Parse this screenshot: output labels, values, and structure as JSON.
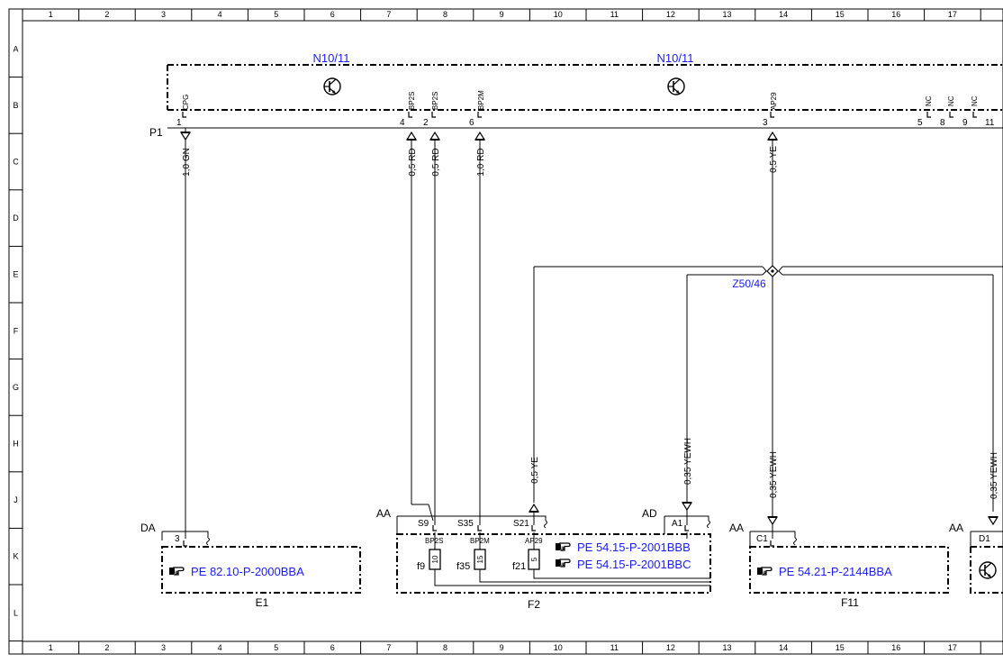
{
  "columns": [
    "1",
    "2",
    "3",
    "4",
    "5",
    "6",
    "7",
    "8",
    "9",
    "10",
    "11",
    "12",
    "13",
    "14",
    "15",
    "16",
    "17"
  ],
  "rows": [
    "A",
    "B",
    "C",
    "D",
    "E",
    "F",
    "G",
    "H",
    "J",
    "K",
    "L"
  ],
  "components": {
    "n10_left": "N10/11",
    "n10_right": "N10/11",
    "p1": "P1",
    "z50": "Z50/46",
    "e1": "E1",
    "f2": "F2",
    "f11": "F11",
    "da": "DA",
    "aa_f2": "AA",
    "ad": "AD",
    "aa_f11": "AA",
    "aa_right": "AA"
  },
  "n10_pins": [
    {
      "label": "CPG",
      "num": "1"
    },
    {
      "label": "BP2S",
      "num": "4"
    },
    {
      "label": "BP2S",
      "num": "2"
    },
    {
      "label": "BP2M",
      "num": "6"
    },
    {
      "label": "AP29",
      "num": "3"
    },
    {
      "label": "NC",
      "num": "5"
    },
    {
      "label": "NC",
      "num": "8"
    },
    {
      "label": "NC",
      "num": "9"
    },
    {
      "label": "",
      "num": "11"
    }
  ],
  "wires": {
    "w1": "1,0 GN",
    "w2": "0,5 RD",
    "w3": "0,5 RD",
    "w4": "1,0 RD",
    "w5": "0,5 YE",
    "w6": "0,5 YE",
    "w7": "0,35 YEWH",
    "w8": "0,35 YEWH",
    "w9": "0,35 YEWH"
  },
  "connectors": {
    "e1_pin": "3",
    "f2_s9": "S9",
    "f2_s35": "S35",
    "f2_s21": "S21",
    "f2_a1": "A1",
    "f11_c1": "C1",
    "right_d1": "D1"
  },
  "fuses": [
    {
      "top": "BP2S",
      "val": "10",
      "name": "f9"
    },
    {
      "top": "BP2M",
      "val": "15",
      "name": "f35"
    },
    {
      "top": "AP29",
      "val": "5",
      "name": "f21"
    }
  ],
  "links": {
    "e1_ref": "PE 82.10-P-2000BBA",
    "f2_ref1": "PE 54.15-P-2001BBB",
    "f2_ref2": "PE 54.15-P-2001BBC",
    "f11_ref": "PE 54.21-P-2144BBA"
  },
  "icons": {
    "pointing_hand": "pointing-hand-icon",
    "transistor": "transistor-icon"
  },
  "colors": {
    "link_blue": "#1a1aff",
    "line": "#000000"
  }
}
